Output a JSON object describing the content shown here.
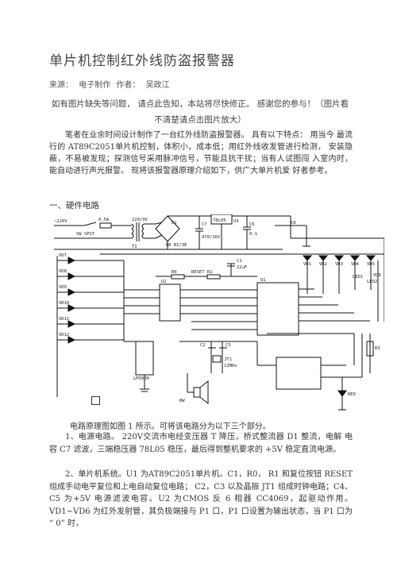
{
  "article": {
    "title": "单片机控制红外线防盗报警器",
    "source_label": "来源：",
    "source_value": "电子制作",
    "author_label": "作者：",
    "author_value": "吴政江",
    "notice": "如有图片缺失等问题， 请点此告知，本站将尽快修正。 感谢您的参与！（图片看不清楚请点击图片放大）",
    "intro": "笔者在业余时间设计制作了一台红外线防盗报警器。 具有以下特点： 用当今 最流行的 AT89C2051单片机控制，体积小，成本低；用红外线收发管进行检测， 安装隐蔽，不易被发现；探测信号采用脉冲信号，节能且抗干扰；当有人试图闯 入室内时， 能自动进行声光报警。 现将该报警器原理介绍如下，供广大单片机爱 好者参考。",
    "section_heading": "一、硬件电路",
    "figure_caption": "电路原理图如图 1 所示。可将该电路分为以下三个部分。",
    "paragraph1": "1、电源电路。 220V交流市电经变压器 T 降压，桥式整流器 D1 整流，电解 电容 C7 滤波，三端稳压器 78L05 稳压，最后得到整机要求的 +5V 稳定直流电源。",
    "paragraph2": "2、单片机系统。U1 为AT89C2051单片机。C1，R0， R1 和复位按钮 RESET 组成手动电平复位和上电自动复位电路； C2，C3 以及晶振 JT1 组成时钟电路；C4、C5 为+5V 电源滤波电容。U2 为CMOS 反 6 相器 CC4069，起驱动作用。VD1~VD6 为红外发射管，其负极端接与 P1 口，P1 口设置为输出状态，当 P1 口为 “ 0” 时，"
  },
  "schematic": {
    "labels": {
      "mains": "~220V",
      "switch": "SW SPST",
      "fuse": "0.5A",
      "transformer": "T1",
      "transformer_spec": "220/9V",
      "bridge": "D1",
      "bridge_spec": "BR BI/3E",
      "regulator": "U3",
      "regulator_part": "78L05",
      "c7": "C7",
      "c7_val": "470/16V",
      "c6": "C6",
      "c6_val": "0.1",
      "c8": "C8",
      "vd_labels": [
        "VD1",
        "VD2",
        "VD3",
        "VD4",
        "VD5",
        "VD6"
      ],
      "led_labels": [
        "LED1",
        "LED2"
      ],
      "leds_left": [
        "VD7",
        "VD8",
        "VD9",
        "VD10",
        "VD11",
        "VD12"
      ],
      "u1": "U1",
      "u2": "U2",
      "r0": "R0",
      "r1": "R1",
      "reset": "RESET",
      "c1": "C1",
      "c1_val": "22uF",
      "c2": "C2",
      "c3": "C3",
      "jt1": "JT1",
      "crystal": "12MHz",
      "rpack": "LM3900",
      "rw": "RW",
      "r_rd": "RED",
      "r3": "R3"
    }
  }
}
